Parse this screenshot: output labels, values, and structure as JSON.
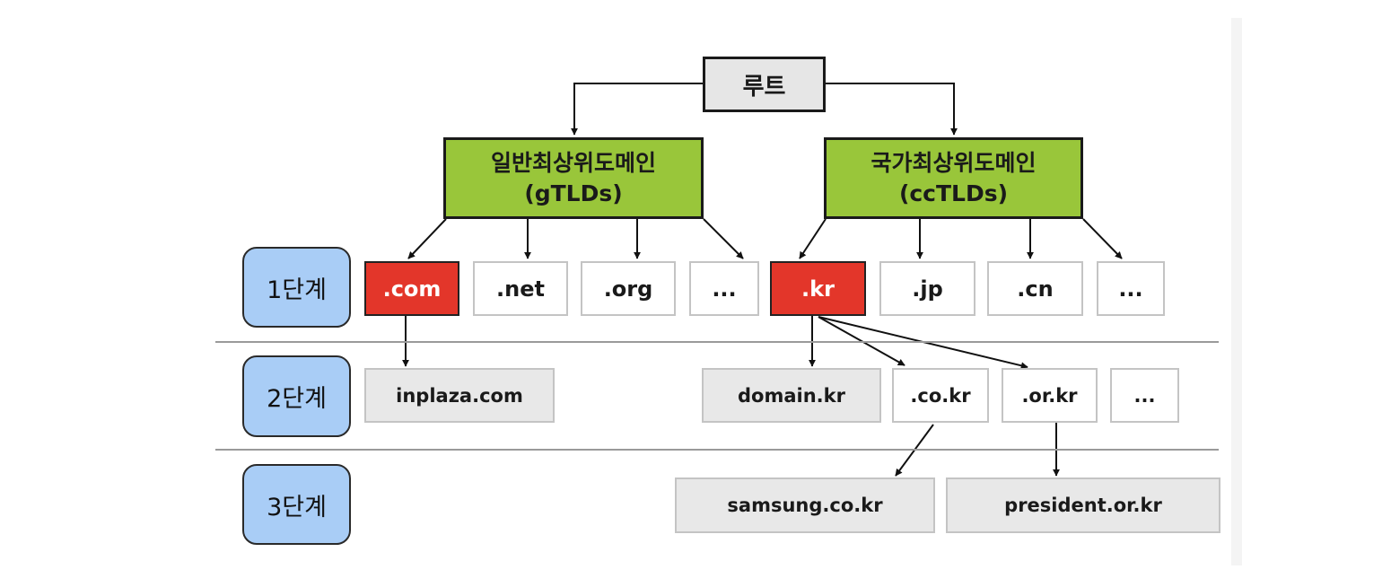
{
  "root": {
    "label": "루트"
  },
  "categories": {
    "generic": {
      "name": "일반최상위도메인",
      "abbr": "(gTLDs)"
    },
    "country": {
      "name": "국가최상위도메인",
      "abbr": "(ccTLDs)"
    }
  },
  "levels": [
    "1단계",
    "2단계",
    "3단계"
  ],
  "level1": {
    "generic": [
      ".com",
      ".net",
      ".org",
      "..."
    ],
    "country": [
      ".kr",
      ".jp",
      ".cn",
      "..."
    ]
  },
  "level2": [
    "inplaza.com",
    "domain.kr",
    ".co.kr",
    ".or.kr",
    "..."
  ],
  "level3": [
    "samsung.co.kr",
    "president.or.kr"
  ],
  "colors": {
    "category_fill": "#99c63a",
    "highlight_fill": "#e3362a",
    "level_badge_fill": "#a9cdf6",
    "root_fill": "#e6e6e6",
    "domain_fill": "#e8e8e8"
  }
}
